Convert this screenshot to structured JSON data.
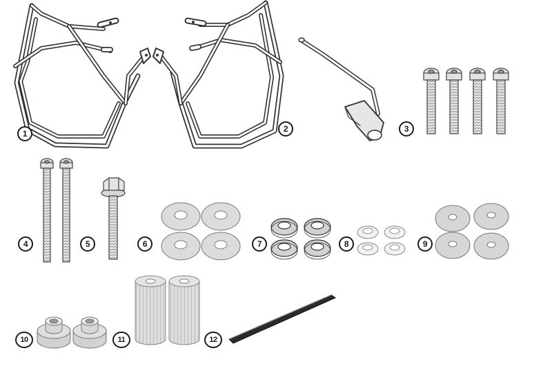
{
  "parts": [
    {
      "id": "p1",
      "label": "1"
    },
    {
      "id": "p2",
      "label": "2"
    },
    {
      "id": "p3",
      "label": "3"
    },
    {
      "id": "p4",
      "label": "4"
    },
    {
      "id": "p5",
      "label": "5"
    },
    {
      "id": "p6",
      "label": "6"
    },
    {
      "id": "p7",
      "label": "7"
    },
    {
      "id": "p8",
      "label": "8"
    },
    {
      "id": "p9",
      "label": "9"
    },
    {
      "id": "p10",
      "label": "10"
    },
    {
      "id": "p11",
      "label": "11"
    },
    {
      "id": "p12",
      "label": "12"
    }
  ],
  "colors": {
    "outline": "#333333",
    "frame_fill": "#ffffff",
    "metal": "#e6e6e6",
    "metal_dark": "#bdbdbd",
    "washer": "#d9d9d9",
    "spacer": "#dcdcdc",
    "strip": "#2b2b2b"
  }
}
